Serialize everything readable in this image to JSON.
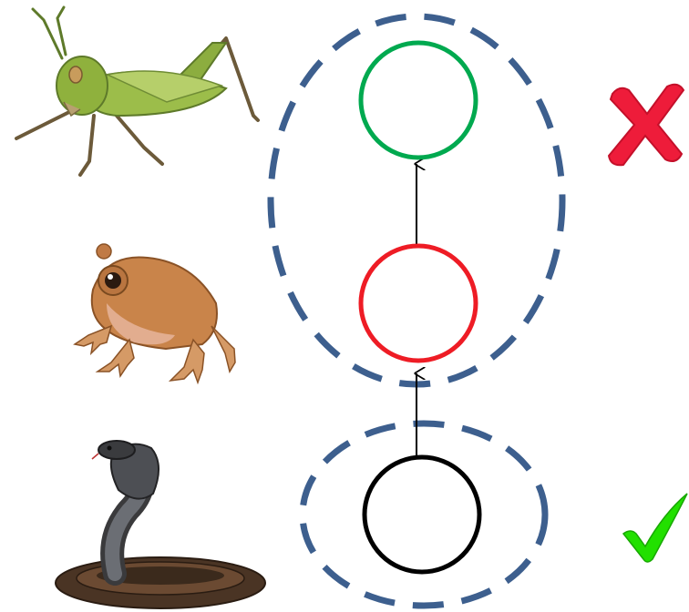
{
  "figure": {
    "animals": [
      {
        "id": "grasshopper",
        "icon": "grasshopper-icon"
      },
      {
        "id": "frog",
        "icon": "frog-icon"
      },
      {
        "id": "snake",
        "icon": "snake-icon"
      }
    ],
    "nodes": [
      {
        "id": "top",
        "stroke": "#00a94f"
      },
      {
        "id": "middle",
        "stroke": "#ee1c25"
      },
      {
        "id": "bottom",
        "stroke": "#000000"
      }
    ],
    "groups": [
      {
        "id": "upper-group",
        "stroke": "#3d5f8e",
        "dashed": true,
        "contains": [
          "top",
          "middle"
        ]
      },
      {
        "id": "lower-group",
        "stroke": "#3d5f8e",
        "dashed": true,
        "contains": [
          "bottom"
        ]
      }
    ],
    "edges": [
      {
        "from": "bottom",
        "to": "middle"
      },
      {
        "from": "middle",
        "to": "top"
      }
    ],
    "marks": [
      {
        "id": "cross",
        "icon": "cross-mark-icon",
        "color": "#ee1c3a",
        "next_to": "upper-group"
      },
      {
        "id": "check",
        "icon": "check-mark-icon",
        "color": "#22e000",
        "next_to": "lower-group"
      }
    ]
  }
}
